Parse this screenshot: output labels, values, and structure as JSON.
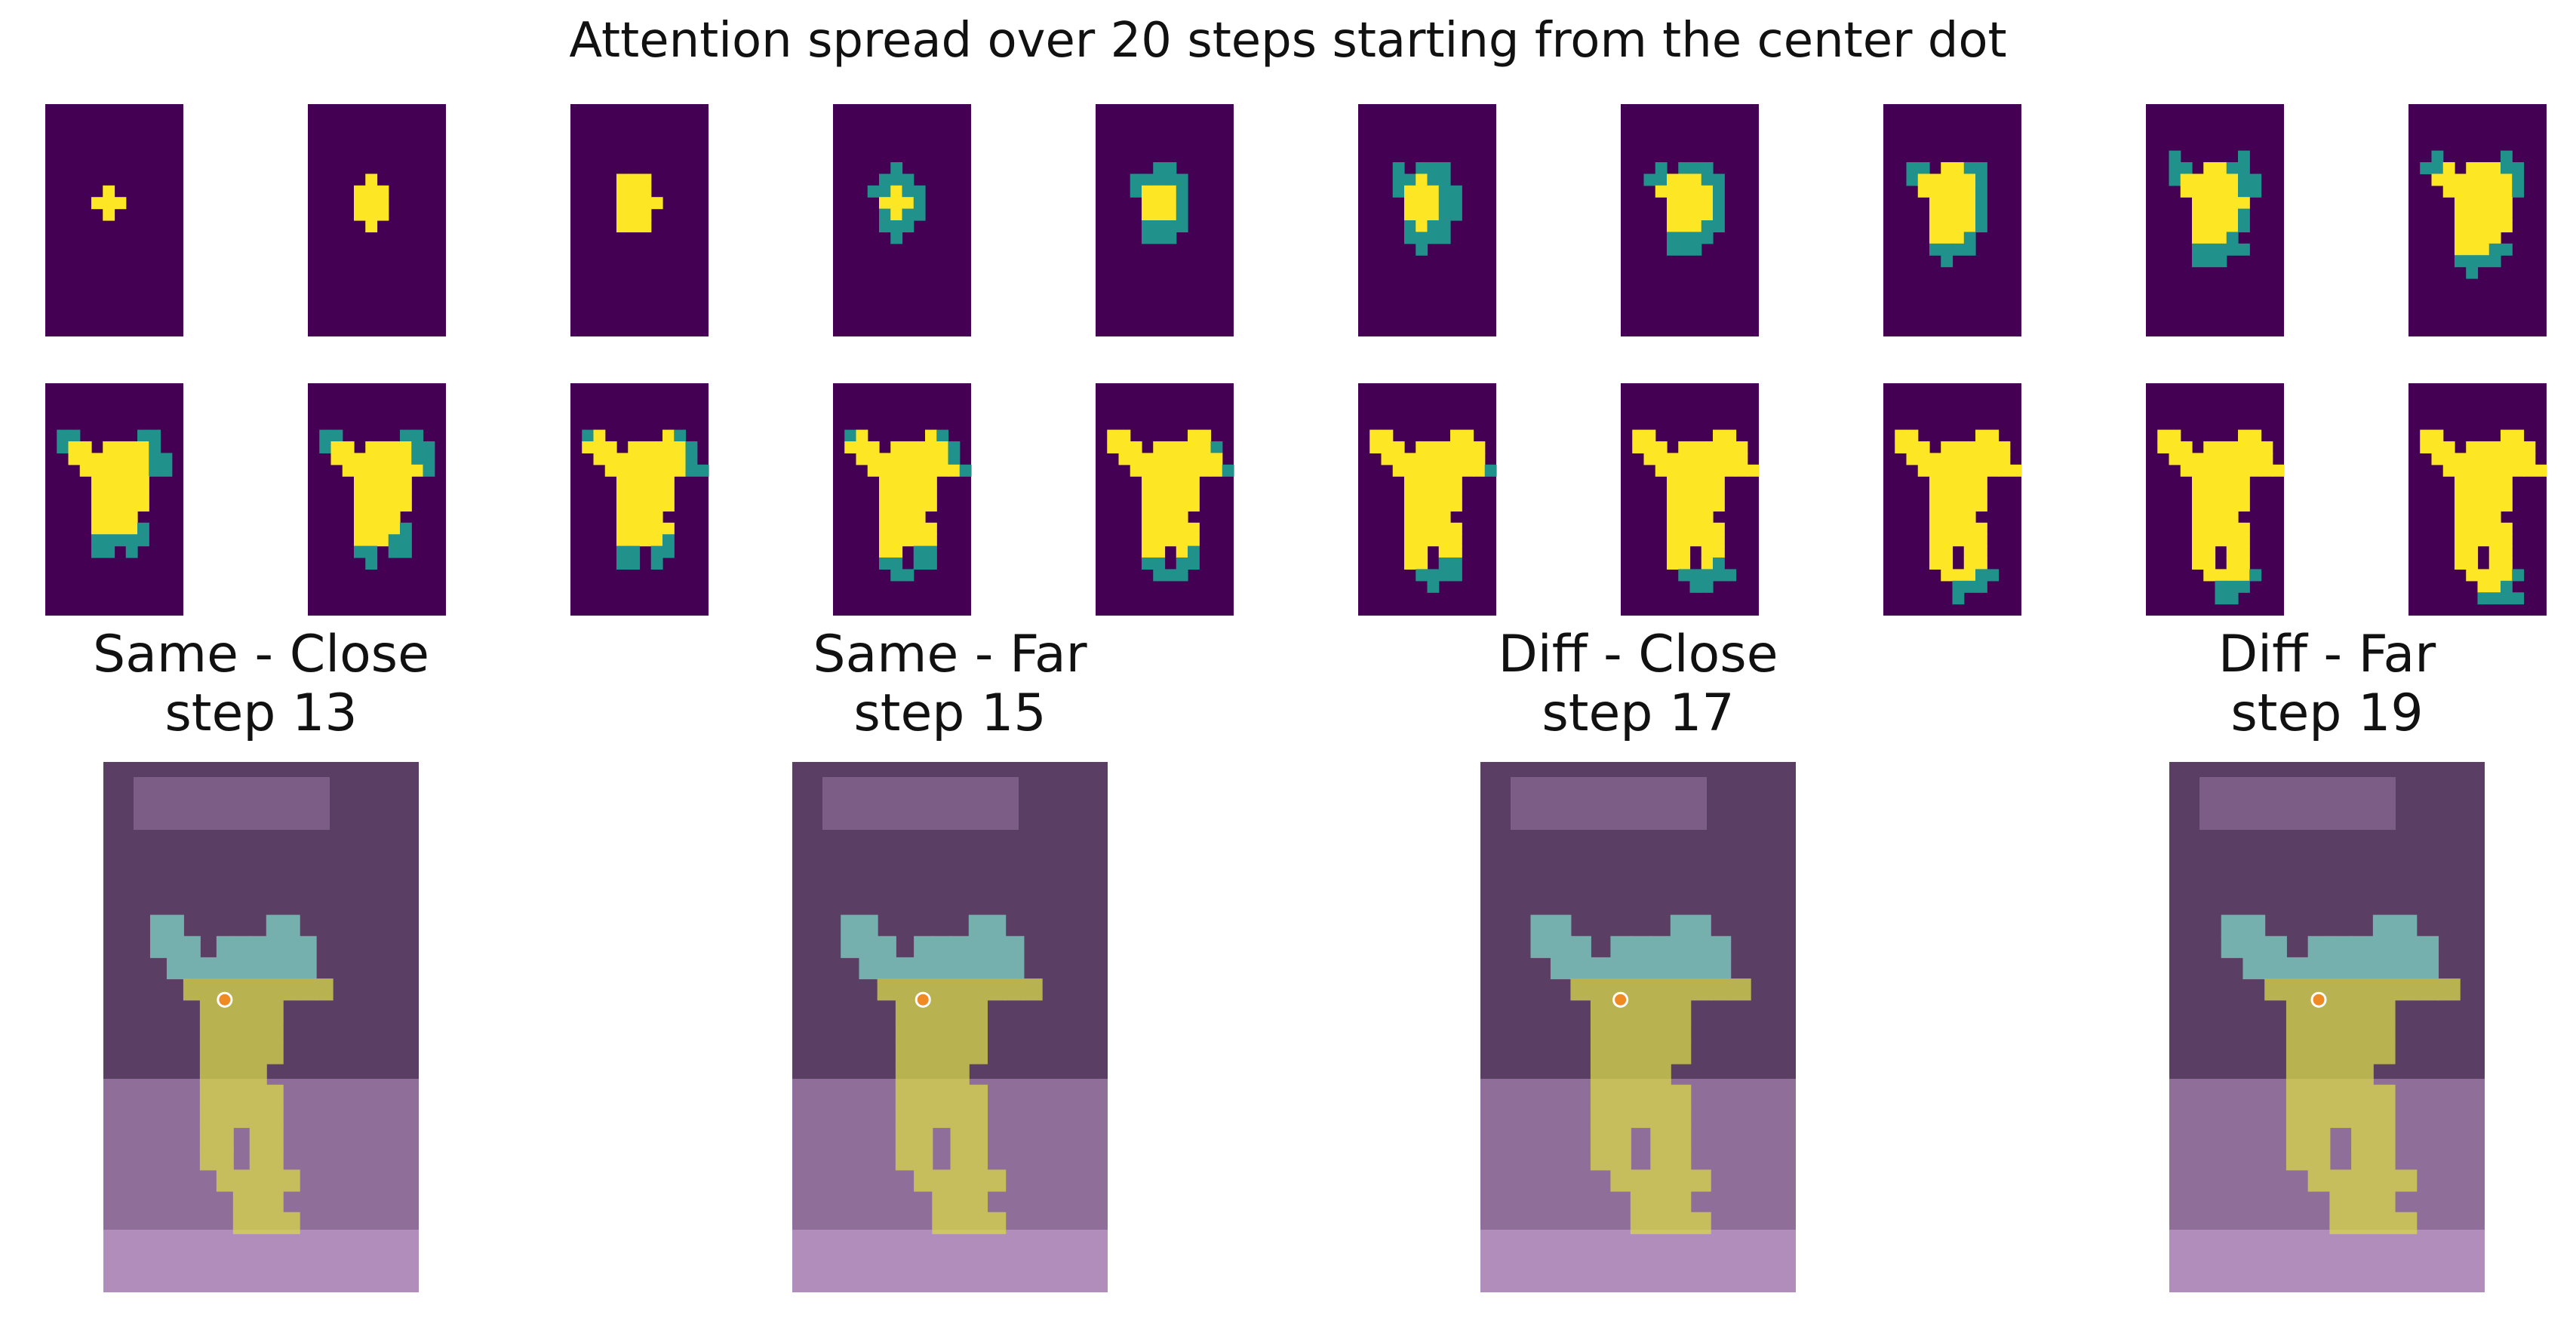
{
  "figure": {
    "title": "Attention spread over 20 steps starting from the center dot",
    "step_count": 20,
    "colormap": {
      "low": "#440154",
      "mid": "#21918c",
      "high": "#fde725"
    },
    "overlay_colors": {
      "scene_tint": "#8b5a9a",
      "mask_core": "#d9d94a",
      "mask_edge": "#7fd6c8",
      "dot": "#f08a24"
    },
    "panels": [
      {
        "title": "Same - Close",
        "subtitle": "step 13",
        "mask_step": 13
      },
      {
        "title": "Same - Far",
        "subtitle": "step 15",
        "mask_step": 15
      },
      {
        "title": "Diff - Close",
        "subtitle": "step 17",
        "mask_step": 17
      },
      {
        "title": "Diff - Far",
        "subtitle": "step 19",
        "mask_step": 19
      }
    ]
  }
}
